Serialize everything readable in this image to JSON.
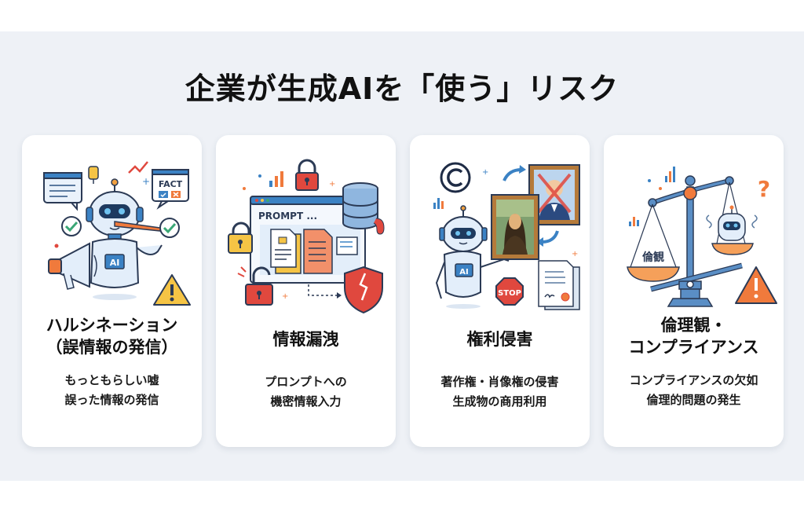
{
  "title": "企業が生成AIを「使う」リスク",
  "colors": {
    "panel_bg": "#eef1f6",
    "card_bg": "#ffffff",
    "accent_blue": "#3b82c4",
    "accent_orange": "#f07a3c",
    "accent_red": "#e0483e",
    "accent_yellow": "#f5c445",
    "check_green": "#3aa776"
  },
  "cards": [
    {
      "title_lines": [
        "ハルシネーション",
        "（誤情報の発信）"
      ],
      "desc_lines": [
        "もっともらしい嘘",
        "誤った情報の発信"
      ],
      "illustration": {
        "icons": [
          "robot-pinocchio-nose-icon",
          "megaphone-icon",
          "fact-check-bubble-icon",
          "chat-bubble-icon",
          "check-circle-icon",
          "warning-triangle-icon",
          "database-icon",
          "trend-up-icon"
        ],
        "labels": {
          "robot_chest": "AI",
          "fact_bubble": "FACT"
        }
      }
    },
    {
      "title_lines": [
        "情報漏洩"
      ],
      "desc_lines": [
        "プロンプトへの",
        "機密情報入力"
      ],
      "illustration": {
        "icons": [
          "browser-window-icon",
          "padlock-icon",
          "open-padlock-icon",
          "database-leak-icon",
          "document-icon",
          "broken-shield-icon",
          "bar-chart-icon"
        ],
        "labels": {
          "prompt_window": "PROMPT ..."
        }
      }
    },
    {
      "title_lines": [
        "権利侵害"
      ],
      "desc_lines": [
        "著作権・肖像権の侵害",
        "生成物の商用利用"
      ],
      "illustration": {
        "icons": [
          "copyright-icon",
          "portrait-painting-icon",
          "crossed-portrait-icon",
          "robot-icon",
          "stop-sign-icon",
          "contract-document-icon",
          "cycle-arrows-icon"
        ],
        "labels": {
          "robot_chest": "AI",
          "stop_sign": "STOP"
        }
      }
    },
    {
      "title_lines": [
        "倫理観・",
        "コンプライアンス"
      ],
      "desc_lines": [
        "コンプライアンスの欠如",
        "倫理的問題の発生"
      ],
      "illustration": {
        "icons": [
          "balance-scale-icon",
          "robot-head-icon",
          "question-mark-icon",
          "warning-triangle-icon",
          "bar-chart-icon"
        ],
        "labels": {
          "scale_pan": "倫観"
        }
      }
    }
  ]
}
